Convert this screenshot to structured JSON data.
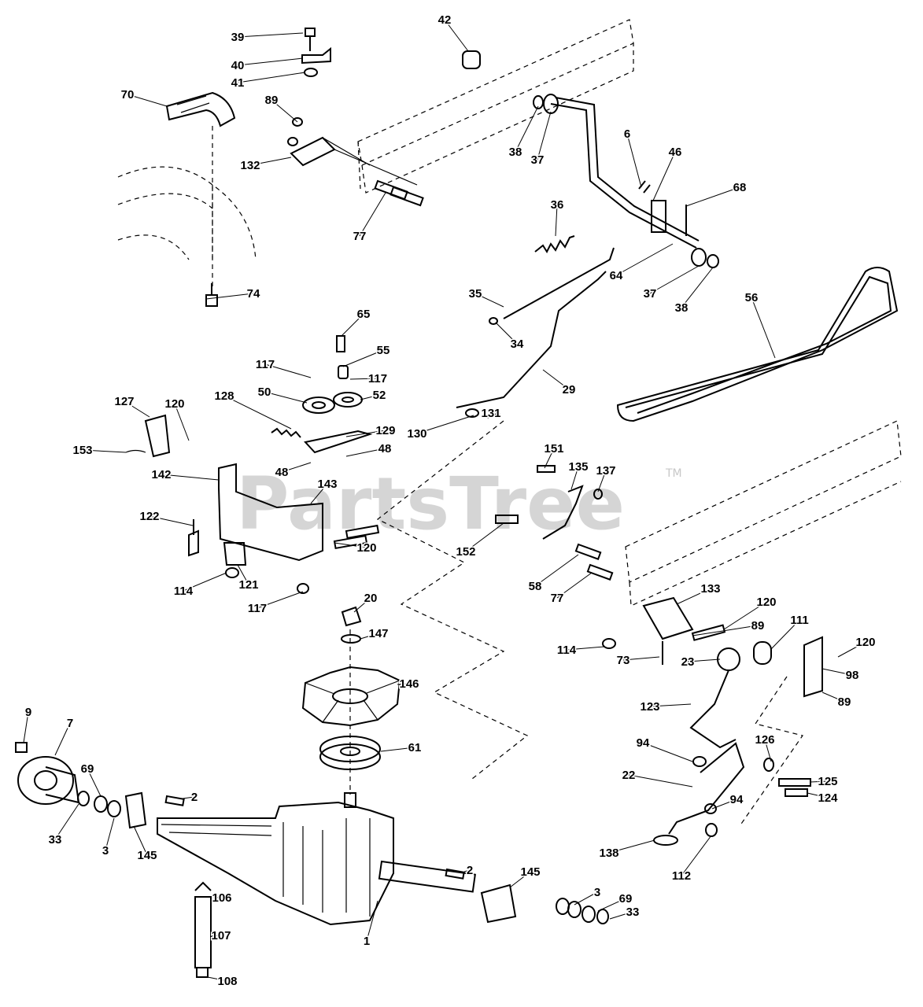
{
  "watermark": {
    "text": "PartsTree",
    "tm": "TM"
  },
  "callouts": [
    {
      "n": "39"
    },
    {
      "n": "42"
    },
    {
      "n": "40"
    },
    {
      "n": "41"
    },
    {
      "n": "70"
    },
    {
      "n": "89"
    },
    {
      "n": "38"
    },
    {
      "n": "37"
    },
    {
      "n": "6"
    },
    {
      "n": "46"
    },
    {
      "n": "132"
    },
    {
      "n": "68"
    },
    {
      "n": "36"
    },
    {
      "n": "77"
    },
    {
      "n": "64"
    },
    {
      "n": "37"
    },
    {
      "n": "38"
    },
    {
      "n": "56"
    },
    {
      "n": "74"
    },
    {
      "n": "35"
    },
    {
      "n": "34"
    },
    {
      "n": "65"
    },
    {
      "n": "55"
    },
    {
      "n": "117"
    },
    {
      "n": "117"
    },
    {
      "n": "29"
    },
    {
      "n": "50"
    },
    {
      "n": "52"
    },
    {
      "n": "128"
    },
    {
      "n": "127"
    },
    {
      "n": "120"
    },
    {
      "n": "131"
    },
    {
      "n": "129"
    },
    {
      "n": "130"
    },
    {
      "n": "153"
    },
    {
      "n": "48"
    },
    {
      "n": "48"
    },
    {
      "n": "151"
    },
    {
      "n": "135"
    },
    {
      "n": "137"
    },
    {
      "n": "142"
    },
    {
      "n": "143"
    },
    {
      "n": "122"
    },
    {
      "n": "120"
    },
    {
      "n": "152"
    },
    {
      "n": "114"
    },
    {
      "n": "121"
    },
    {
      "n": "58"
    },
    {
      "n": "77"
    },
    {
      "n": "117"
    },
    {
      "n": "133"
    },
    {
      "n": "20"
    },
    {
      "n": "120"
    },
    {
      "n": "147"
    },
    {
      "n": "89"
    },
    {
      "n": "111"
    },
    {
      "n": "114"
    },
    {
      "n": "73"
    },
    {
      "n": "23"
    },
    {
      "n": "120"
    },
    {
      "n": "98"
    },
    {
      "n": "146"
    },
    {
      "n": "89"
    },
    {
      "n": "123"
    },
    {
      "n": "9"
    },
    {
      "n": "7"
    },
    {
      "n": "61"
    },
    {
      "n": "126"
    },
    {
      "n": "94"
    },
    {
      "n": "69"
    },
    {
      "n": "22"
    },
    {
      "n": "125"
    },
    {
      "n": "2"
    },
    {
      "n": "124"
    },
    {
      "n": "94"
    },
    {
      "n": "33"
    },
    {
      "n": "3"
    },
    {
      "n": "145"
    },
    {
      "n": "138"
    },
    {
      "n": "112"
    },
    {
      "n": "145"
    },
    {
      "n": "2"
    },
    {
      "n": "106"
    },
    {
      "n": "3"
    },
    {
      "n": "69"
    },
    {
      "n": "33"
    },
    {
      "n": "107"
    },
    {
      "n": "1"
    },
    {
      "n": "108"
    }
  ]
}
